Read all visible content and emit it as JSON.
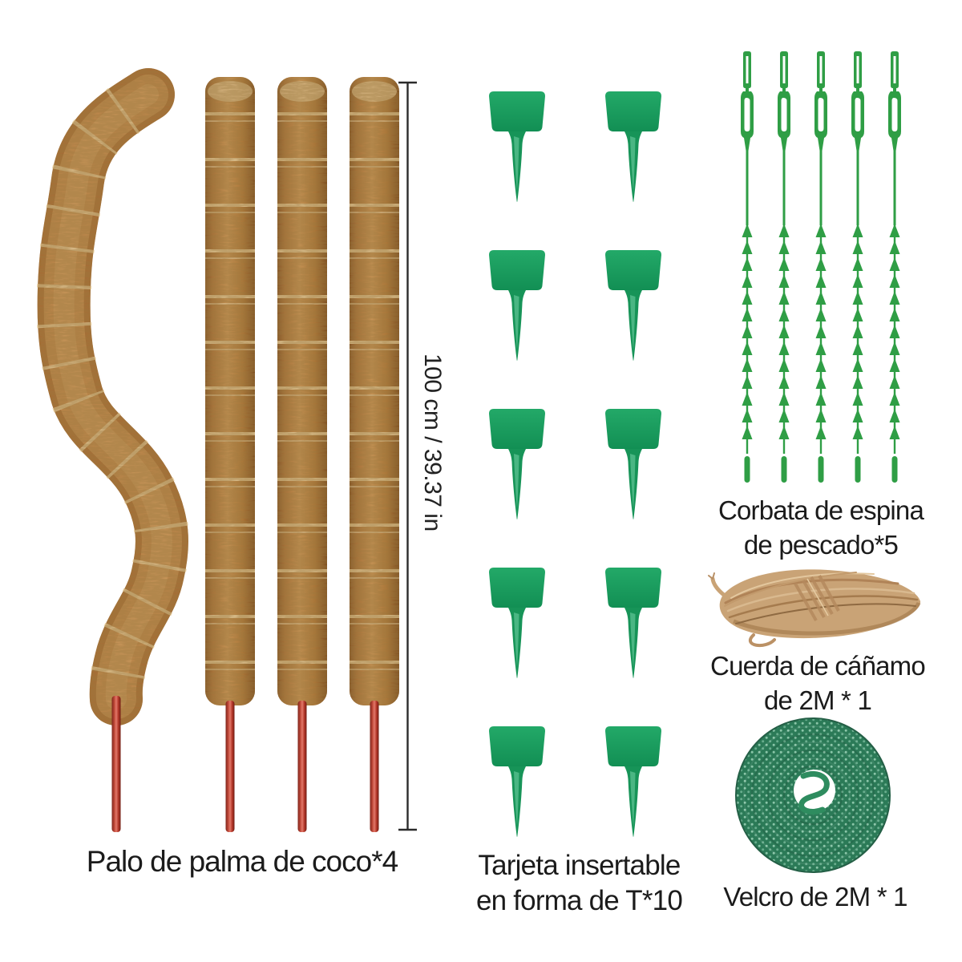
{
  "page": {
    "type": "product-kit-image",
    "background": "#ffffff"
  },
  "measurement": {
    "label": "100 cm / 39.37 in"
  },
  "captions": {
    "coco_pole": "Palo de palma de coco*4",
    "t_card_line1": "Tarjeta insertable",
    "t_card_line2": "en forma de T*10",
    "fishbone_line1": "Corbata de espina",
    "fishbone_line2": "de pescado*5",
    "hemp_line1": "Cuerda de cáñamo",
    "hemp_line2": "de 2M * 1",
    "velcro": "Velcro de 2M * 1"
  },
  "counts": {
    "coco_poles": 4,
    "t_cards": 10,
    "fishbone_ties": 5,
    "hemp_rope": 1,
    "velcro_roll": 1
  },
  "colors": {
    "background": "#ffffff",
    "text": "#1b1b1b",
    "measure_line": "#2b2b2b",
    "coir_brown": "#b5743a",
    "coir_dark": "#7e4c22",
    "twine_light": "#ecd3a4",
    "stake_red": "#c24a3a",
    "tie_green": "#2f9e45",
    "t_card_green": "#1ba05e",
    "velcro_green": "#2b7a57",
    "velcro_dot": "#8fc9ad",
    "hemp_tan": "#c9a376"
  }
}
